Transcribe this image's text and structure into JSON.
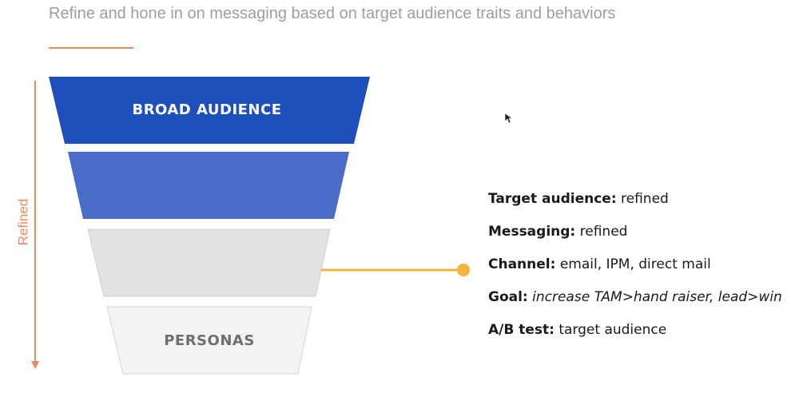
{
  "header": {
    "subtitle": "Refine and hone in on messaging based on target audience traits and behaviors"
  },
  "side_axis": {
    "label": "Refined"
  },
  "funnel": {
    "stages": [
      {
        "label": "BROAD AUDIENCE"
      },
      {
        "label": ""
      },
      {
        "label": ""
      },
      {
        "label": "PERSONAS"
      }
    ]
  },
  "details": [
    {
      "key": "Target audience:",
      "value": " refined",
      "italic": false
    },
    {
      "key": "Messaging:",
      "value": " refined",
      "italic": false
    },
    {
      "key": "Channel:",
      "value": " email, IPM, direct mail",
      "italic": false
    },
    {
      "key": "Goal:",
      "value": " increase TAM>hand raiser, lead>win",
      "italic": true
    },
    {
      "key": "A/B test:",
      "value": " target audience",
      "italic": false
    }
  ],
  "colors": {
    "accent_orange": "#f0895a",
    "connector_yellow": "#f2b53a",
    "stage_1": "#1f4fbb",
    "stage_2": "#4a6cc9",
    "stage_3": "#e2e2e2",
    "stage_4": "#f3f3f3",
    "dark_label": "#6f6f6f"
  }
}
